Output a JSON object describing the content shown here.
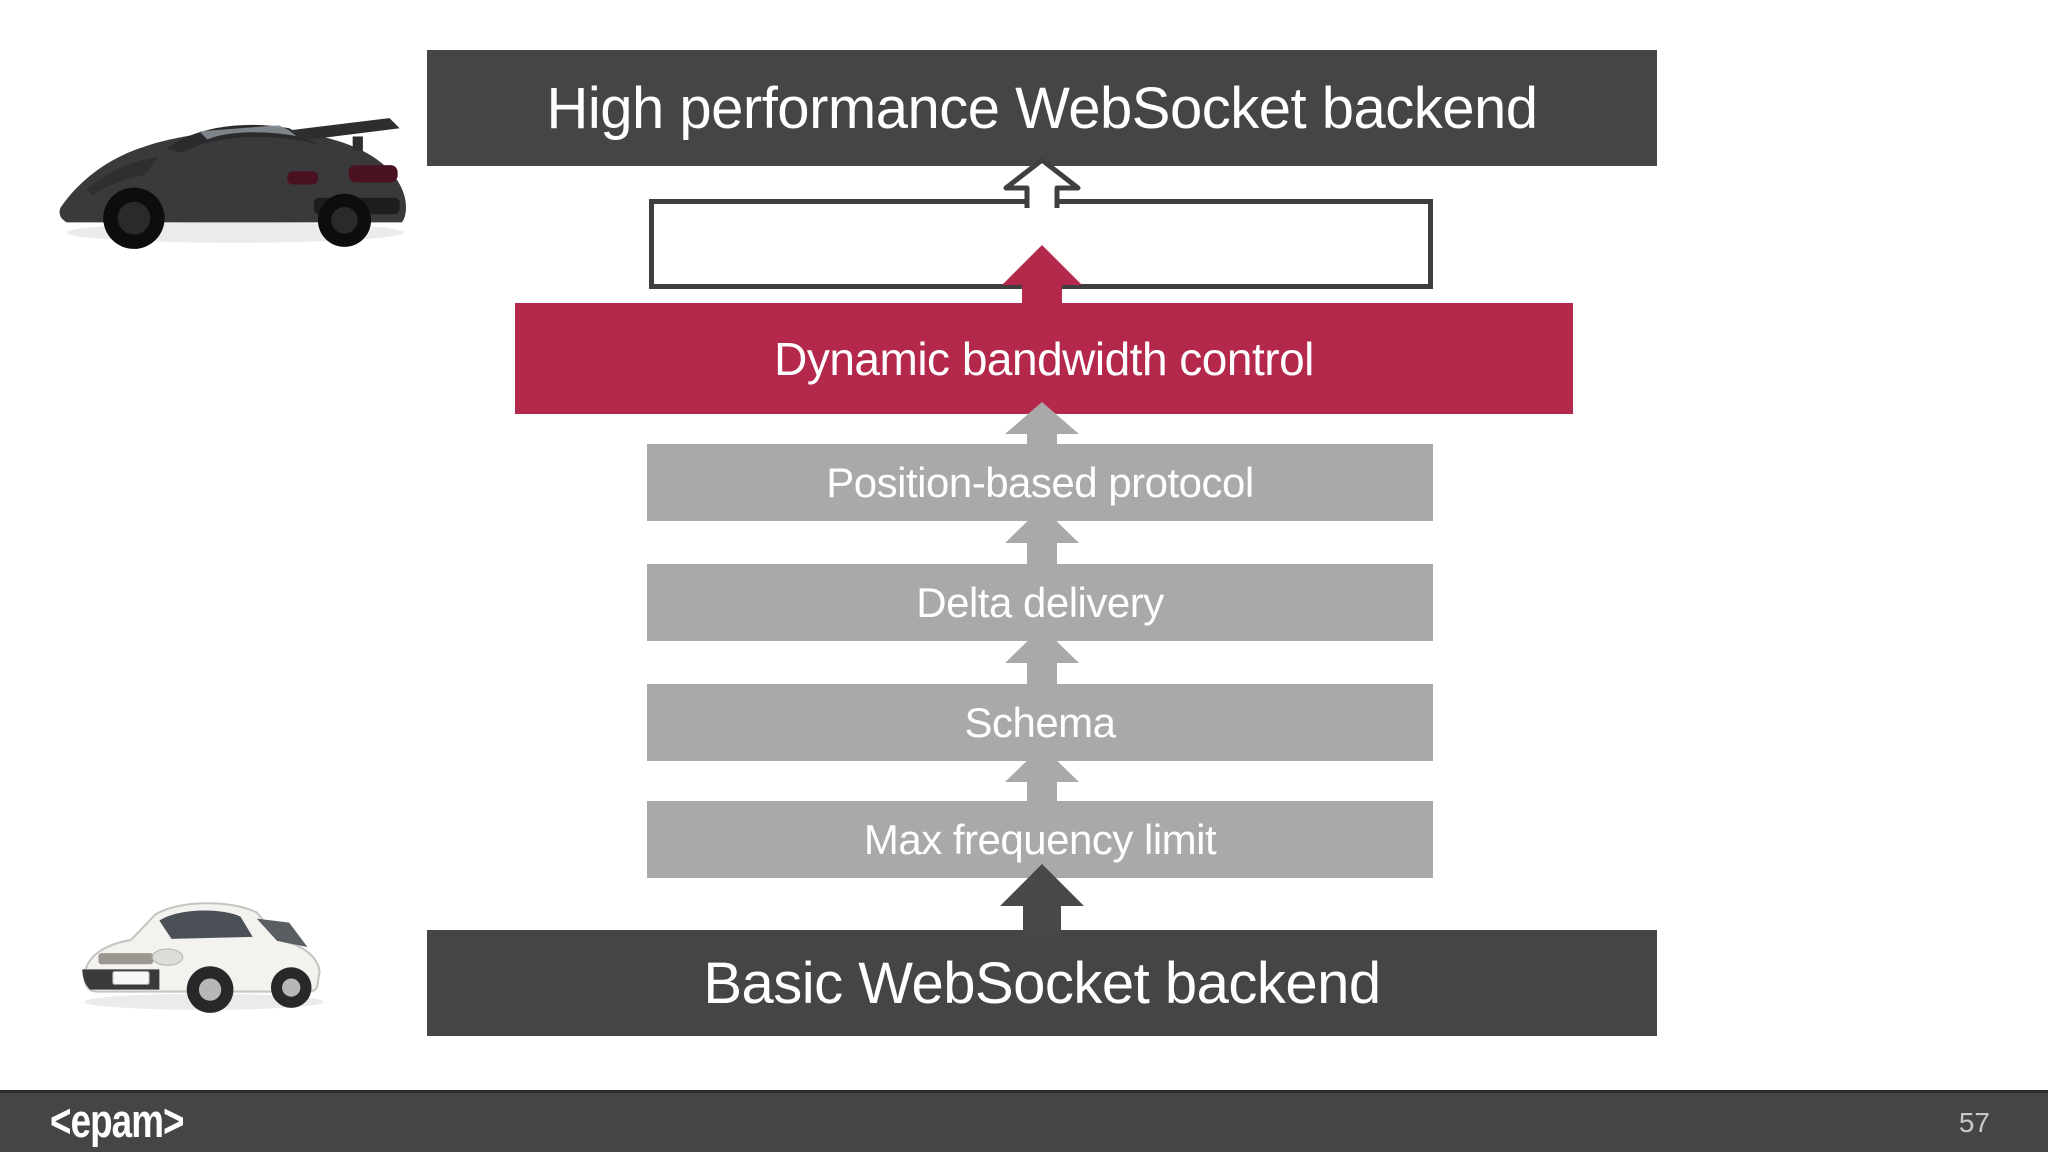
{
  "slide": {
    "page_number": "57",
    "footer_logo": "<epam>",
    "diagram": {
      "top_title": "High performance WebSocket backend",
      "bottom_title": "Basic WebSocket backend",
      "highlight": "Dynamic bandwidth control",
      "empty_box_label": "",
      "layers_top_to_bottom": [
        "Position-based protocol",
        "Delta delivery",
        "Schema",
        "Max frequency limit"
      ],
      "stack_order_bottom_to_top": [
        "Basic WebSocket backend",
        "Max frequency limit",
        "Schema",
        "Delta delivery",
        "Position-based protocol",
        "Dynamic bandwidth control",
        "",
        "High performance WebSocket backend"
      ]
    },
    "colors": {
      "dark_bar": "#454548",
      "accent_red": "#b4294b",
      "gray_bar": "#a9a9ab",
      "box_border": "#3f3f42",
      "footer_bg": "#454548",
      "page_number_text": "#c9c9c9"
    },
    "images": [
      "sports-car-photo",
      "hatchback-car-photo"
    ]
  }
}
